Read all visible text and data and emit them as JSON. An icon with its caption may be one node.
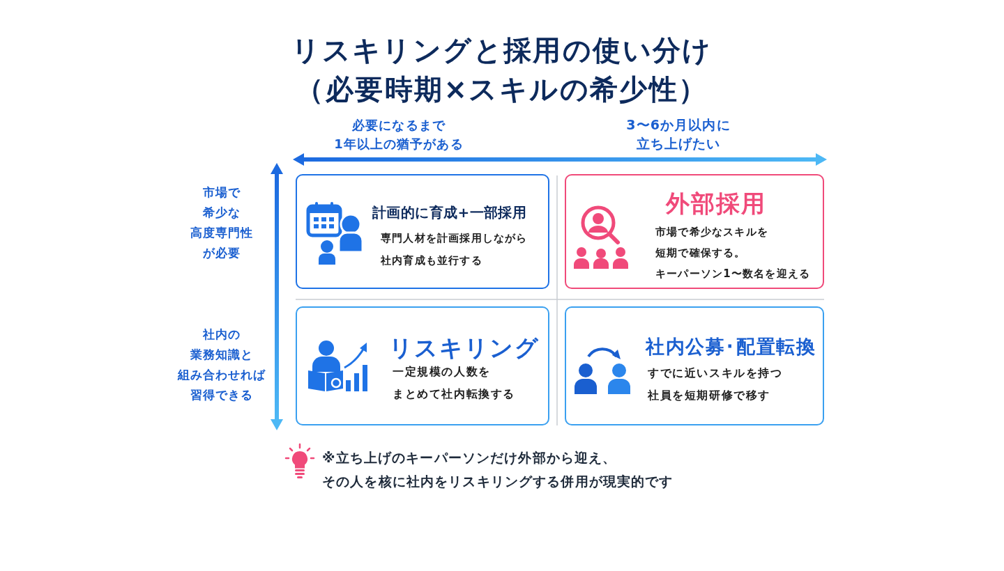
{
  "diagram": {
    "title": "リスキリングと採用の使い分け（必要時期×スキルの希少性）",
    "nodes": [
      {
        "text": [
          "計画的に育成+一部採用",
          "専門人材を計画採用しながら社内育成も並行する"
        ]
      },
      {
        "text": [
          "外部採用",
          "市場で希少なスキルを短期で確保する。キーパーソン1〜数名を迎える"
        ]
      },
      {
        "text": [
          "リスキリング",
          "一定規模の人数をまとめて社内転換する"
        ]
      },
      {
        "text": [
          "社内公募･配置転換",
          "すでに近いスキルを持つ社員を短期研修で移す"
        ]
      }
    ],
    "labels": [
      "必要になるまで1年以上の猶予がある",
      "3〜6か月以内に立ち上げたい",
      "市場で希少な高度専門性が必要",
      "社内の業務知識と組み合わせれば習得できる",
      "※立ち上げのキーパーソンだけ外部から迎え、その人を核に社内をリスキリングする併用が現実的です"
    ]
  }
}
